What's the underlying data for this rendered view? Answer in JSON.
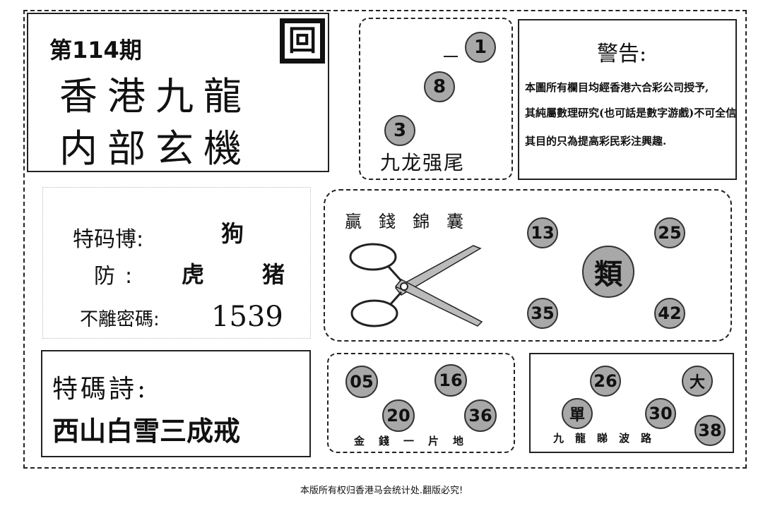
{
  "header": {
    "issue": "第114期",
    "title_line1": "香港九龍",
    "title_line2": "内部玄機",
    "logo_char": "回"
  },
  "tail_box": {
    "balls": [
      "1",
      "8",
      "3"
    ],
    "caption": "九龙强尾"
  },
  "warning": {
    "title": "警告:",
    "lines": [
      "本圖所有欄目均經香港六合彩公司授予,",
      "其純屬數理研究(也可話是數字游戲)不可全信",
      "其目的只為提高彩民彩注興趣."
    ]
  },
  "special": {
    "label1": "特码博:",
    "value1": "狗",
    "label2": "防:",
    "value2a": "虎",
    "value2b": "猪",
    "label3": "不離密碼:",
    "value3": "1539"
  },
  "scissors_panel": {
    "caption": "贏錢錦囊",
    "center_char": "類",
    "balls": [
      "13",
      "25",
      "35",
      "42"
    ]
  },
  "poem": {
    "label": "特碼詩:",
    "text": "西山白雪三成戒"
  },
  "gold_panel": {
    "balls": [
      "05",
      "16",
      "20",
      "36"
    ],
    "caption": "金錢一片地"
  },
  "wave_panel": {
    "ball_26": "26",
    "big": "大",
    "single": "單",
    "ball_30": "30",
    "ball_38": "38",
    "caption": "九龍睇波路"
  },
  "footer": {
    "text": "本版所有权归香港马会统计处.翻版必究!"
  }
}
